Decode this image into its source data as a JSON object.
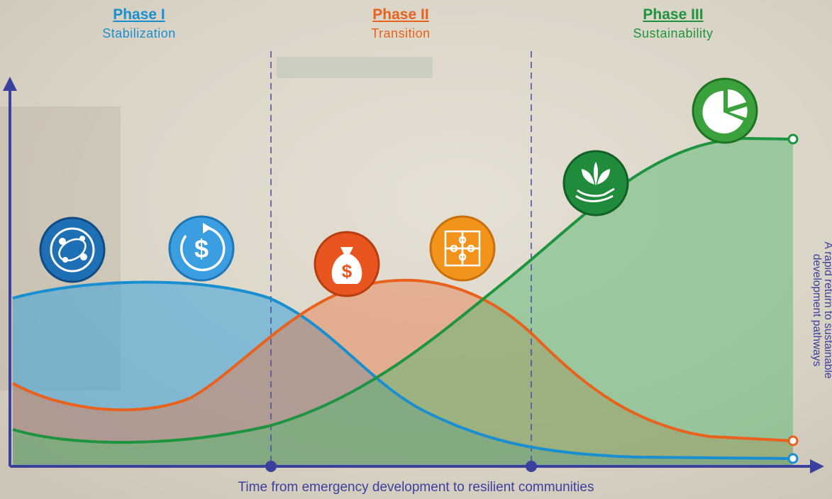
{
  "phases": [
    {
      "title": "Phase I",
      "subtitle": "Stabilization",
      "color": "#1a8fd0"
    },
    {
      "title": "Phase II",
      "subtitle": "Transition",
      "color": "#e8611d"
    },
    {
      "title": "Phase III",
      "subtitle": "Sustainability",
      "color": "#1f9440"
    }
  ],
  "x_axis_label": "Time from emergency development to resilient communities",
  "side_label": "A rapid return to sustainable development pathways",
  "colors": {
    "axis": "#3b3f9e",
    "blue_curve": "#1a8fd0",
    "orange_curve": "#e8611d",
    "green_curve": "#1f9440"
  },
  "icons": [
    {
      "name": "network-orbit-icon",
      "phase": "Phase I"
    },
    {
      "name": "dollar-cycle-icon",
      "phase": "Phase I"
    },
    {
      "name": "money-bag-icon",
      "phase": "Phase II"
    },
    {
      "name": "puzzle-pieces-icon",
      "phase": "Phase II"
    },
    {
      "name": "plant-in-hand-icon",
      "phase": "Phase III"
    },
    {
      "name": "pie-chart-icon",
      "phase": "Phase III"
    }
  ]
}
